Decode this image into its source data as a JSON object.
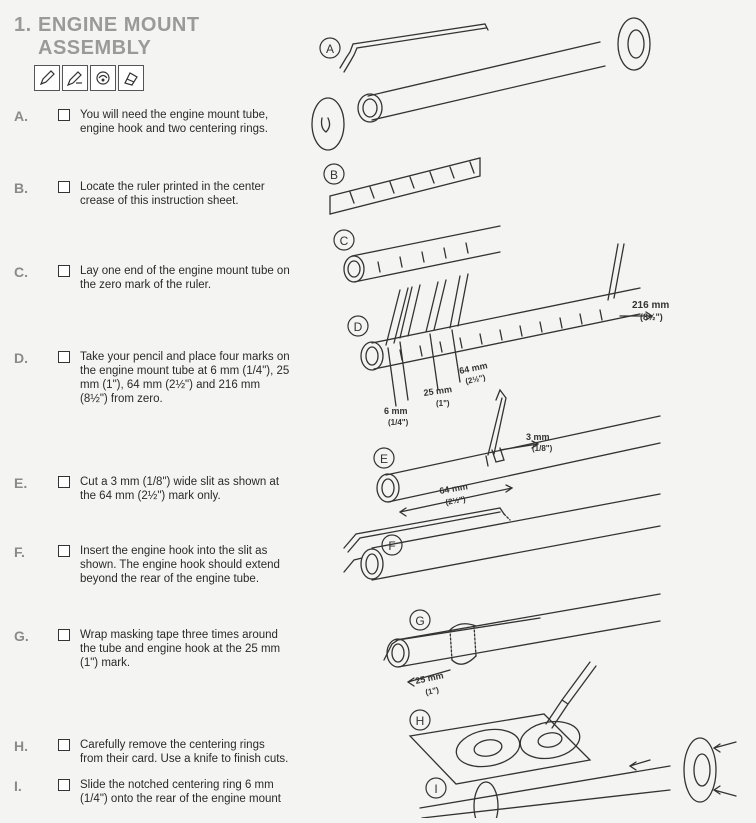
{
  "section": {
    "number": "1.",
    "title_line1": "ENGINE MOUNT",
    "title_line2": "ASSEMBLY"
  },
  "skill_icons": [
    "pencil-icon",
    "cutting-pencil-icon",
    "glue-hand-icon",
    "tape-icon"
  ],
  "steps": [
    {
      "letter": "A.",
      "text": "You will need the engine mount tube, engine hook and two centering rings."
    },
    {
      "letter": "B.",
      "text": "Locate the ruler printed in the center crease of this instruction sheet."
    },
    {
      "letter": "C.",
      "text": "Lay one end of the engine mount tube on the zero mark of the ruler."
    },
    {
      "letter": "D.",
      "text": "Take your pencil and place four marks on the engine mount tube at 6 mm (1/4\"), 25 mm (1\"), 64 mm (2½\") and 216 mm (8½\") from zero."
    },
    {
      "letter": "E.",
      "text": "Cut a 3 mm (1/8\") wide slit as shown at the 64 mm (2½\") mark only."
    },
    {
      "letter": "F.",
      "text": "Insert the engine hook into the slit as shown. The engine hook should extend beyond the rear of the engine tube."
    },
    {
      "letter": "G.",
      "text": "Wrap masking tape three times around the tube and engine hook at the 25 mm (1\") mark."
    },
    {
      "letter": "H.",
      "text": "Carefully remove the centering rings from their card. Use a knife to finish cuts."
    },
    {
      "letter": "I.",
      "text": "Slide the notched centering ring 6 mm (1/4\") onto the rear of the engine mount"
    }
  ],
  "figure": {
    "labels": [
      "A",
      "B",
      "C",
      "D",
      "E",
      "F",
      "G",
      "H",
      "I"
    ],
    "d_216_mm": "216 mm",
    "d_216_in": "(8½\")",
    "d_64_mm": "64 mm",
    "d_64_in": "(2½\")",
    "d_25_mm": "25 mm",
    "d_25_in": "(1\")",
    "d_6_mm": "6 mm",
    "d_6_in": "(1/4\")",
    "e_3_mm": "3 mm",
    "e_3_in": "(1/8\")",
    "e_64_mm": "64 mm",
    "e_64_in": "(2½\")",
    "g_25_mm": "25 mm",
    "g_25_in": "(1\")"
  }
}
